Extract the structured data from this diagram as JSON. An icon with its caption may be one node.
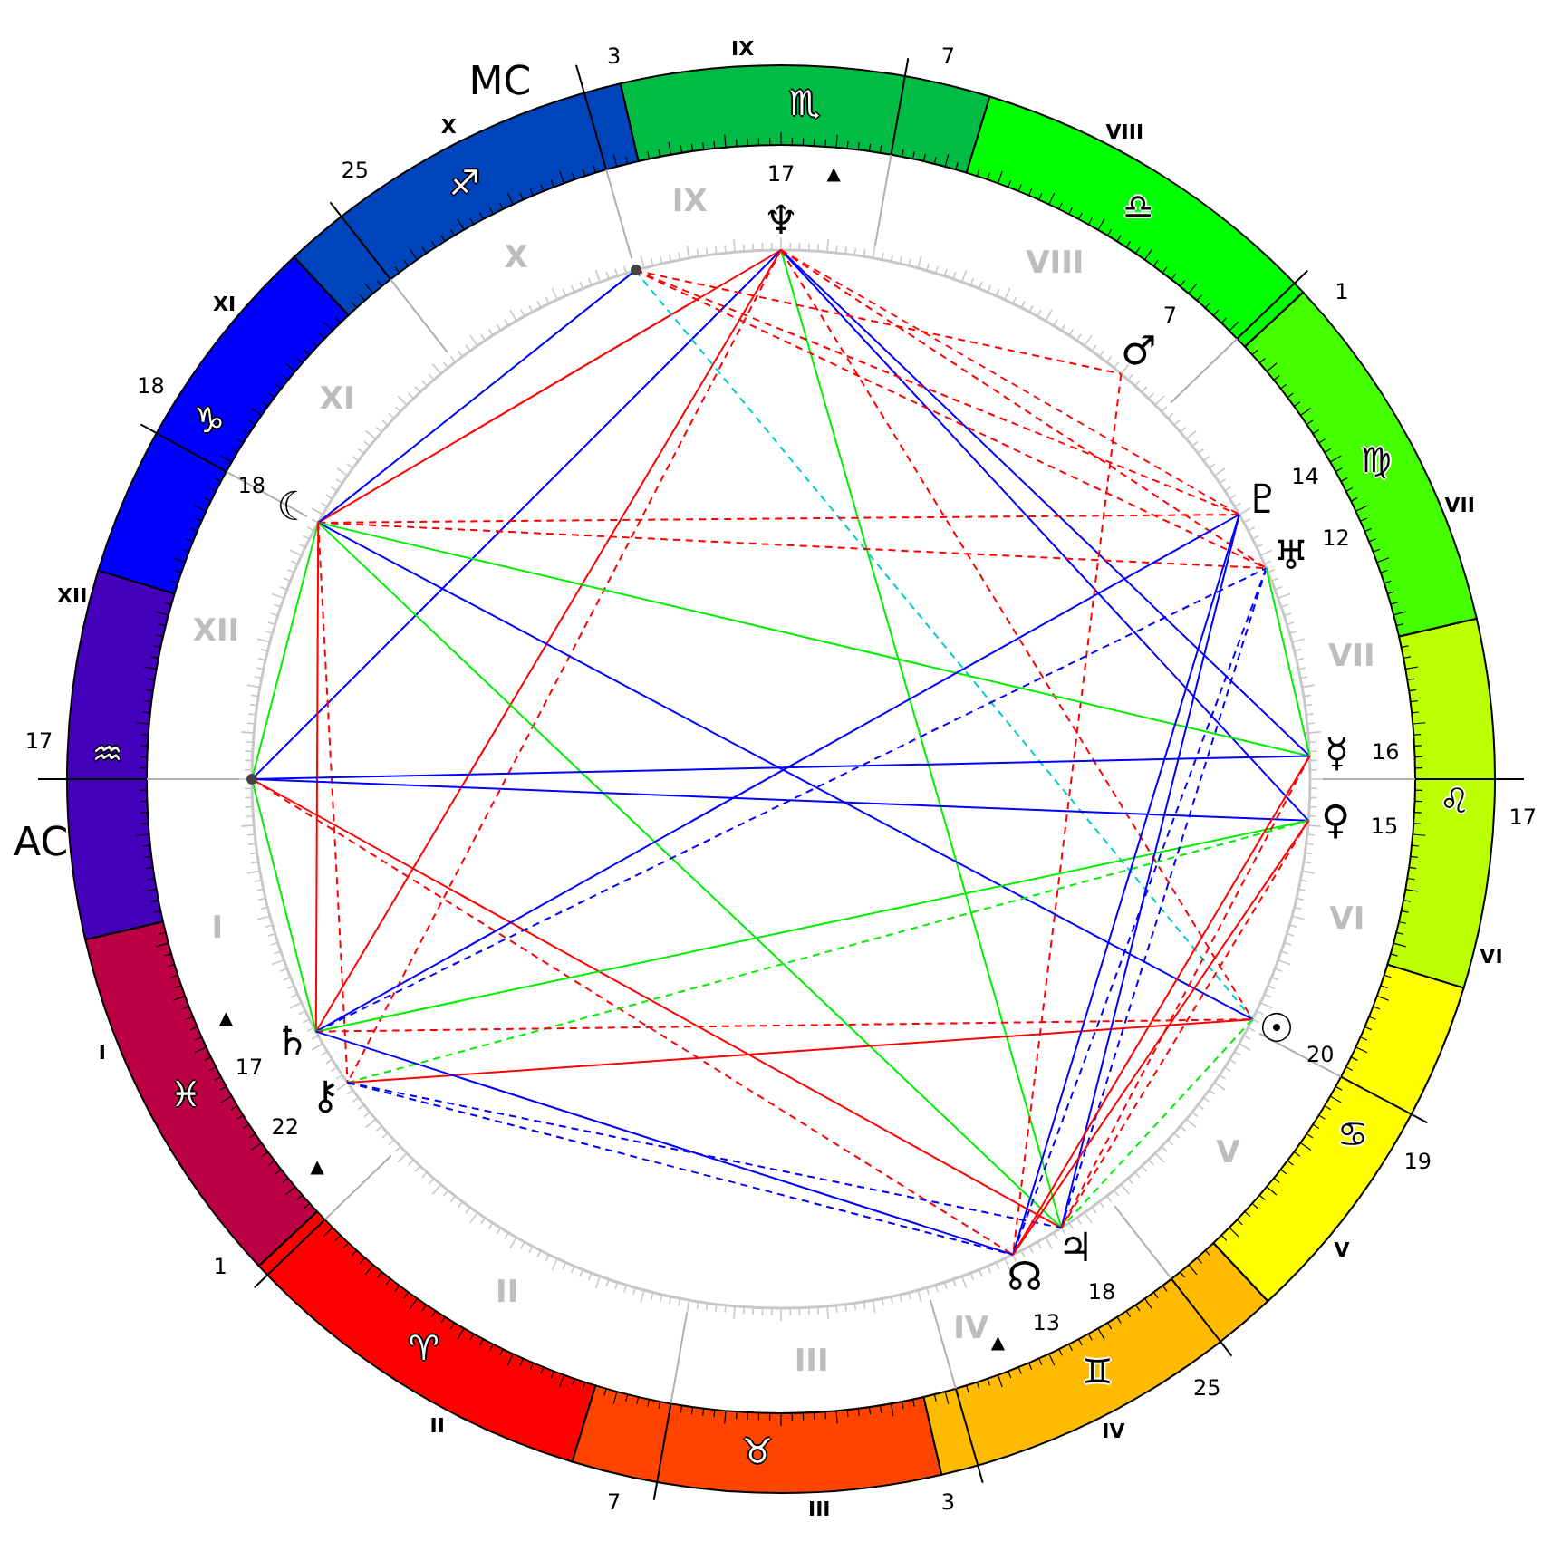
{
  "diagram": {
    "nodes": [
      {
        "text": [
          "♆"
        ],
        "beside": [
          "17",
          "▲"
        ]
      },
      {
        "text": [
          "♂"
        ],
        "beside": [
          "7"
        ]
      },
      {
        "text": [
          "☾"
        ],
        "beside": [
          "18"
        ]
      },
      {
        "text": [
          "♇"
        ],
        "beside": [
          "14"
        ]
      },
      {
        "text": [
          "♅"
        ],
        "beside": [
          "12"
        ]
      },
      {
        "text": [
          "☿"
        ],
        "beside": [
          "16"
        ]
      },
      {
        "text": [
          "♀"
        ],
        "beside": [
          "15"
        ]
      },
      {
        "text": [
          "☉"
        ],
        "beside": [
          "20"
        ]
      },
      {
        "text": [
          "♃"
        ],
        "beside": [
          "18"
        ]
      },
      {
        "text": [
          "☊"
        ],
        "beside": [
          "13",
          "▲"
        ]
      },
      {
        "text": [
          "♄"
        ],
        "beside": [
          "17",
          "▲"
        ]
      },
      {
        "text": [
          "⚷"
        ],
        "beside": [
          "22",
          "▲"
        ]
      },
      {
        "text": [],
        "shape": "dot"
      },
      {
        "text": [],
        "shape": "dot"
      }
    ],
    "edges": [
      {
        "from": 0,
        "to": 2,
        "arrow": "none"
      },
      {
        "from": 0,
        "to": 12,
        "arrow": "none",
        "color": "#0000ff"
      },
      {
        "from": 0,
        "to": 10,
        "arrow": "none"
      },
      {
        "from": 0,
        "to": 11,
        "arrow": "none",
        "style": "dashed"
      },
      {
        "from": 0,
        "to": 8,
        "arrow": "none",
        "color": "#00ee00"
      },
      {
        "from": 0,
        "to": 5,
        "arrow": "none",
        "color": "#0000ff"
      },
      {
        "from": 0,
        "to": 6,
        "arrow": "none",
        "color": "#0000ff"
      },
      {
        "from": 0,
        "to": 3,
        "arrow": "none",
        "style": "dashed"
      },
      {
        "from": 0,
        "to": 4,
        "arrow": "none",
        "style": "dashed"
      },
      {
        "from": 0,
        "to": 7,
        "arrow": "none",
        "style": "dashed"
      },
      {
        "from": 1,
        "to": 9,
        "arrow": "none",
        "style": "dashed"
      },
      {
        "from": 13,
        "to": 1,
        "arrow": "none",
        "style": "dashed"
      },
      {
        "from": 13,
        "to": 3,
        "arrow": "none",
        "style": "dashed"
      },
      {
        "from": 13,
        "to": 4,
        "arrow": "none",
        "style": "dashed"
      },
      {
        "from": 13,
        "to": 7,
        "arrow": "none",
        "style": "dashed",
        "color": "#00cccc"
      },
      {
        "from": 13,
        "to": 2,
        "arrow": "none",
        "color": "#0000ff"
      },
      {
        "from": 2,
        "to": 3,
        "arrow": "none",
        "style": "dashed"
      },
      {
        "from": 2,
        "to": 4,
        "arrow": "none",
        "style": "dashed"
      },
      {
        "from": 2,
        "to": 5,
        "arrow": "none",
        "color": "#00ee00"
      },
      {
        "from": 2,
        "to": 7,
        "arrow": "none",
        "color": "#0000ff"
      },
      {
        "from": 2,
        "to": 12,
        "arrow": "none",
        "color": "#00ee00"
      },
      {
        "from": 2,
        "to": 8,
        "arrow": "none",
        "color": "#00ee00"
      },
      {
        "from": 2,
        "to": 10,
        "arrow": "none"
      },
      {
        "from": 2,
        "to": 11,
        "arrow": "none",
        "style": "dashed"
      },
      {
        "from": 12,
        "to": 5,
        "arrow": "none",
        "color": "#0000ff"
      },
      {
        "from": 12,
        "to": 6,
        "arrow": "none",
        "color": "#0000ff"
      },
      {
        "from": 12,
        "to": 8,
        "arrow": "none"
      },
      {
        "from": 12,
        "to": 9,
        "arrow": "none",
        "style": "dashed"
      },
      {
        "from": 12,
        "to": 10,
        "arrow": "none",
        "color": "#00ee00"
      },
      {
        "from": 10,
        "to": 3,
        "arrow": "none",
        "color": "#0000ff"
      },
      {
        "from": 10,
        "to": 4,
        "arrow": "none",
        "style": "dashed",
        "color": "#0000ff"
      },
      {
        "from": 10,
        "to": 6,
        "arrow": "none",
        "color": "#00ee00"
      },
      {
        "from": 11,
        "to": 6,
        "arrow": "none",
        "style": "dashed",
        "color": "#00ee00"
      },
      {
        "from": 10,
        "to": 7,
        "arrow": "none",
        "style": "dashed"
      },
      {
        "from": 11,
        "to": 7,
        "arrow": "none"
      },
      {
        "from": 10,
        "to": 9,
        "arrow": "none",
        "color": "#0000ff"
      },
      {
        "from": 11,
        "to": 9,
        "arrow": "none",
        "style": "dashed",
        "color": "#0000ff"
      },
      {
        "from": 11,
        "to": 8,
        "arrow": "none",
        "style": "dashed",
        "color": "#0000ff"
      },
      {
        "from": 3,
        "to": 9,
        "arrow": "none",
        "color": "#0000ff"
      },
      {
        "from": 3,
        "to": 8,
        "arrow": "none",
        "color": "#0000ff"
      },
      {
        "from": 4,
        "to": 9,
        "arrow": "none",
        "style": "dashed",
        "color": "#0000ff"
      },
      {
        "from": 4,
        "to": 8,
        "arrow": "none",
        "style": "dashed",
        "color": "#0000ff"
      },
      {
        "from": 4,
        "to": 5,
        "arrow": "none",
        "color": "#00ee00"
      },
      {
        "from": 7,
        "to": 8,
        "arrow": "none",
        "style": "dashed",
        "color": "#00ee00"
      },
      {
        "from": 5,
        "to": 9,
        "arrow": "none"
      },
      {
        "from": 6,
        "to": 9,
        "arrow": "none"
      },
      {
        "from": 5,
        "to": 8,
        "arrow": "none",
        "style": "dashed"
      },
      {
        "from": 6,
        "to": 8,
        "arrow": "none",
        "style": "dashed"
      }
    ],
    "labels": [
      "MC",
      "AC",
      "I",
      "II",
      "III",
      "IV",
      "V",
      "VI",
      "VII",
      "VIII",
      "IX",
      "X",
      "XI",
      "XII",
      "I",
      "II",
      "III",
      "IV",
      "V",
      "VI",
      "VII",
      "VIII",
      "IX",
      "X",
      "XI",
      "XII",
      "♒",
      "♓",
      "♈",
      "♉",
      "♊",
      "♋",
      "♌",
      "♍",
      "♎",
      "♏",
      "♐",
      "♑",
      "17",
      "1",
      "7",
      "3",
      "25",
      "19",
      "17",
      "1",
      "7",
      "3",
      "25",
      "18"
    ]
  }
}
